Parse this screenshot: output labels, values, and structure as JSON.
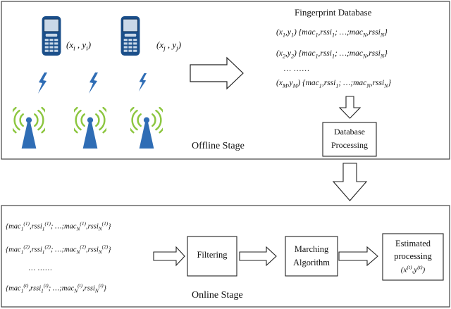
{
  "offline": {
    "stage_label": "Offline Stage",
    "phone_i_coord": "(xi , yi)",
    "phone_j_coord": "(xj , yj)",
    "fingerprint_db": {
      "title": "Fingerprint Database",
      "rows": [
        "(x1,y1) {mac1,rssi1; …;macN,rssiN}",
        "(x2,y2) {mac1,rssi1; …;macN,rssiN}",
        "… ……",
        "(xM,yM) {mac1,rssi1; …;macN,rssiN}"
      ]
    },
    "db_processing_label": "Database Processing"
  },
  "online": {
    "stage_label": "Online Stage",
    "measurements": [
      "{mac1(1),rssi1(1); …;macN(1),rssiN(1)}",
      "{mac1(2),rssi1(2); …;macN(2),rssiN(2)}",
      "… ……",
      "{mac1(t),rssi1(t); …;macN(t),rssiN(t)}"
    ],
    "filtering_label": "Filtering",
    "matching_label": "Marching Algorithm",
    "estimated_label": "Estimated processing",
    "estimated_coord": "(x(t),y(t))"
  },
  "colors": {
    "phone_body": "#1b4f8a",
    "phone_screen": "#c9d8e8",
    "signal_wave": "#8cc63f",
    "tower": "#2f6db5",
    "lightning": "#2f6db5"
  }
}
